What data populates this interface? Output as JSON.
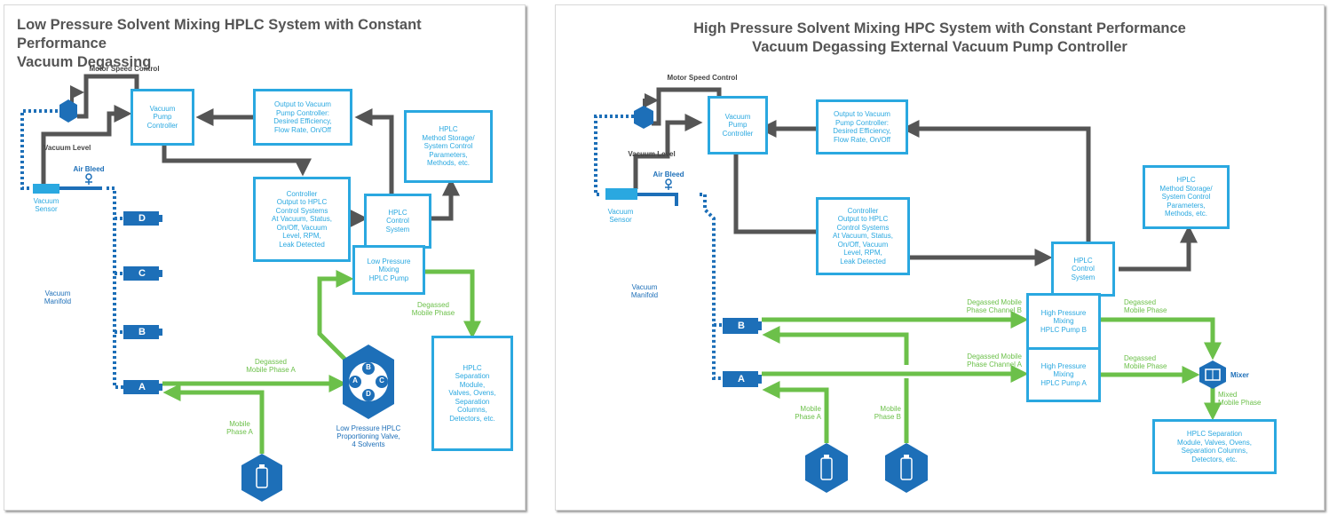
{
  "colors": {
    "box_border": "#2aa8e0",
    "dark_blue": "#1d6fb8",
    "green": "#6cc04a",
    "signal_gray": "#555555"
  },
  "left": {
    "title": "Low Pressure Solvent Mixing HPLC System with Constant Performance\nVacuum Degassing",
    "labels": {
      "motor_speed_control": "Motor Speed Control",
      "vacuum_level": "Vacuum Level",
      "air_bleed": "Air Bleed",
      "vacuum_sensor": "Vacuum\nSensor",
      "vacuum_manifold": "Vacuum\nManifold",
      "degassed_mobile_phase_a": "Degassed\nMobile Phase A",
      "mobile_phase_a": "Mobile\nPhase A",
      "degassed_mobile_phase": "Degassed\nMobile Phase",
      "proportioning_valve": "Low Pressure HPLC\nProportioning Valve,\n4 Solvents"
    },
    "boxes": {
      "vacuum_pump_controller": "Vacuum\nPump\nController",
      "output_to_vacuum_pump_controller": "Output to Vacuum\nPump Controller:\nDesired Efficiency,\nFlow Rate, On/Off",
      "method_storage": "HPLC\nMethod Storage/\nSystem Control\nParameters,\nMethods, etc.",
      "controller_output": "Controller\nOutput to HPLC\nControl Systems\nAt Vacuum, Status,\nOn/Off, Vacuum\nLevel, RPM,\nLeak Detected",
      "hplc_control_system": "HPLC\nControl\nSystem",
      "low_pressure_pump": "Low Pressure\nMixing\nHPLC Pump",
      "separation_module": "HPLC\nSeparation\nModule,\nValves, Ovens,\nSeparation\nColumns,\nDetectors, etc."
    },
    "channels": [
      "D",
      "C",
      "B",
      "A"
    ],
    "valve_ports": [
      "B",
      "A",
      "C",
      "D"
    ]
  },
  "right": {
    "title": "High Pressure Solvent Mixing HPC System with Constant Performance\nVacuum Degassing External Vacuum Pump Controller",
    "labels": {
      "motor_speed_control": "Motor Speed Control",
      "vacuum_level": "Vacuum Level",
      "air_bleed": "Air Bleed",
      "vacuum_sensor": "Vacuum\nSensor",
      "vacuum_manifold": "Vacuum\nManifold",
      "degassed_channel_b": "Degassed Mobile\nPhase Channel B",
      "degassed_channel_a": "Degassed Mobile\nPhase Channel A",
      "degassed_mobile_phase_b": "Degassed\nMobile Phase",
      "degassed_mobile_phase_a": "Degassed\nMobile Phase",
      "mixer": "Mixer",
      "mixed_mobile_phase": "Mixed\nMobile Phase",
      "mobile_phase_a": "Mobile\nPhase A",
      "mobile_phase_b": "Mobile\nPhase B"
    },
    "boxes": {
      "vacuum_pump_controller": "Vacuum\nPump\nController",
      "output_to_vacuum_pump_controller": "Output to Vacuum\nPump Controller:\nDesired Efficiency,\nFlow Rate, On/Off",
      "method_storage": "HPLC\nMethod Storage/\nSystem Control\nParameters,\nMethods, etc.",
      "controller_output": "Controller\nOutput to HPLC\nControl Systems\nAt Vacuum, Status,\nOn/Off, Vacuum\nLevel, RPM,\nLeak Detected",
      "hplc_control_system": "HPLC\nControl\nSystem",
      "pump_b": "High Pressure\nMixing\nHPLC Pump B",
      "pump_a": "High Pressure\nMixing\nHPLC Pump A",
      "separation_module": "HPLC Separation\nModule, Valves, Ovens,\nSeparation Columns,\nDetectors, etc."
    },
    "channels": [
      "B",
      "A"
    ]
  }
}
